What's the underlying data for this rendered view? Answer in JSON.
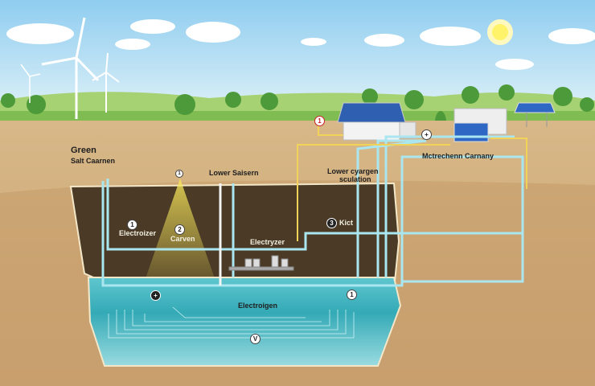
{
  "labels": {
    "title_line1": "Green",
    "title_line2": "Salt Caarnen",
    "lower_saisern": "Lower Saisern",
    "lower_cyargen": "Lower cyargen",
    "sculation": "sculation",
    "company": "Mctrechenn Carnany",
    "electroizer": "Electroizer",
    "carven": "Carven",
    "electryzer": "Electryzer",
    "kict": "Kict",
    "electroigen": "Electroigen"
  },
  "markers": {
    "house": "1",
    "junction": "+",
    "shaft_top": "1",
    "electroizer": "1",
    "carven": "2",
    "kict": "3",
    "water_left": "+",
    "water_right": "1",
    "bottom": "V"
  },
  "colors": {
    "sky": "#bfe3f5",
    "grass": "#8cc763",
    "soil": "#d9b98a",
    "cavern": "#4a3a26",
    "water": "#3fb3bf",
    "pipe": "#a9e6ef",
    "power_line": "#f1d35a"
  }
}
